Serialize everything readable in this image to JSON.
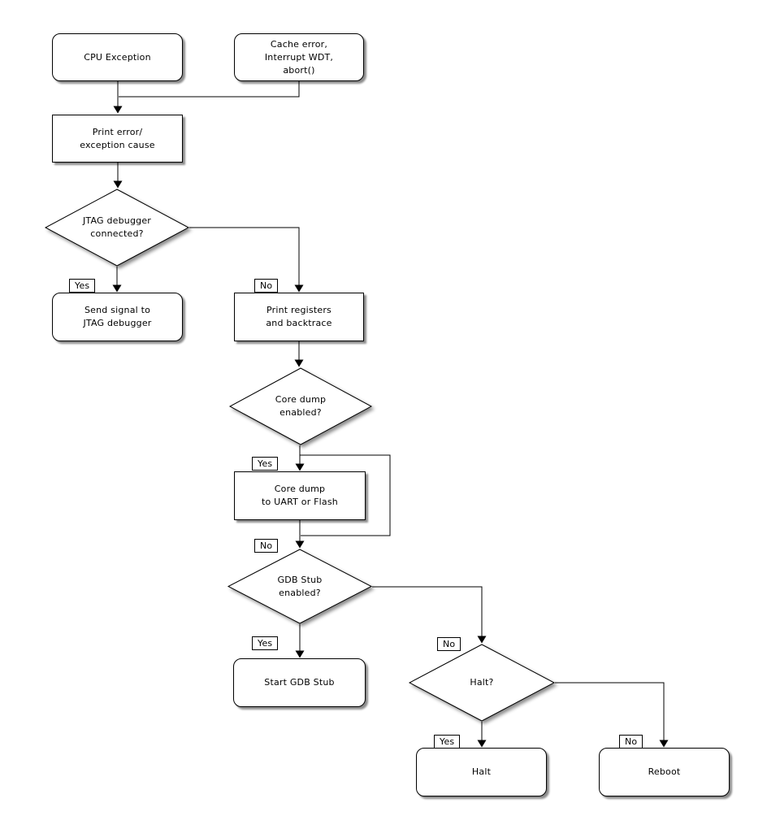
{
  "diagram": {
    "description": "Fatal error handling flowchart",
    "colors": {
      "line": "#000000",
      "node_fill": "#ffffff",
      "text": "#000000",
      "shadow": "rgba(0,0,0,0.45)",
      "background": "#ffffff"
    },
    "nodes": {
      "cpu_exception": {
        "label": "CPU Exception",
        "shape": "rounded"
      },
      "cache_error": {
        "label": "Cache error,\nInterrupt WDT,\nabort()",
        "shape": "rounded"
      },
      "print_error": {
        "label": "Print error/\nexception cause",
        "shape": "rect"
      },
      "jtag_connected": {
        "label": "JTAG debugger\nconnected?",
        "shape": "diamond"
      },
      "send_signal": {
        "label": "Send signal to\nJTAG debugger",
        "shape": "rounded"
      },
      "print_registers": {
        "label": "Print registers\nand backtrace",
        "shape": "rect"
      },
      "core_dump_enabled": {
        "label": "Core dump\nenabled?",
        "shape": "diamond"
      },
      "core_dump_uart_flash": {
        "label": "Core dump\nto UART or Flash",
        "shape": "rect"
      },
      "gdb_stub_enabled": {
        "label": "GDB Stub\nenabled?",
        "shape": "diamond"
      },
      "start_gdb_stub": {
        "label": "Start GDB Stub",
        "shape": "rounded"
      },
      "halt_question": {
        "label": "Halt?",
        "shape": "diamond"
      },
      "halt": {
        "label": "Halt",
        "shape": "rounded"
      },
      "reboot": {
        "label": "Reboot",
        "shape": "rounded"
      }
    },
    "edge_labels": {
      "yes": "Yes",
      "no": "No"
    }
  }
}
